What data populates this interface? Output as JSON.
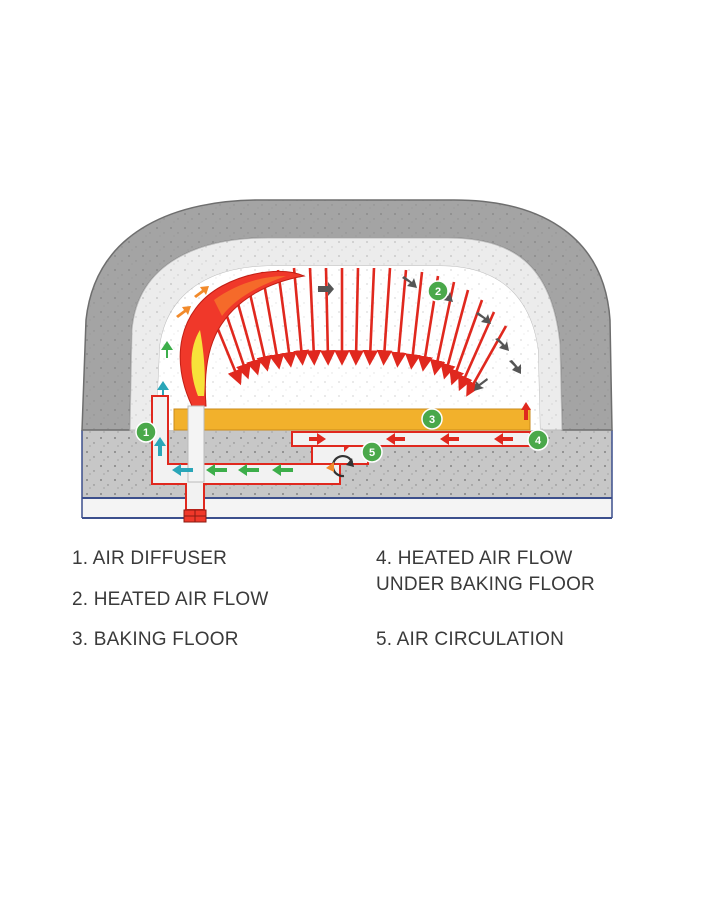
{
  "colors": {
    "outer_shell": "#a4a4a4",
    "insulation": "#e9e9e9",
    "base": "#c7c7c7",
    "heat_arrow": "#e0281e",
    "flame": "#f0382a",
    "flame_core": "#f7e23a",
    "baking_floor": "#f2b12c",
    "badge": "#4aa84a",
    "cool_arrow_green": "#3cae4a",
    "cool_arrow_teal": "#2aa6b8",
    "dark_arrow": "#555555",
    "blue_line": "#3c4f8c"
  },
  "badges": [
    {
      "id": "1",
      "label": "1"
    },
    {
      "id": "2",
      "label": "2"
    },
    {
      "id": "3",
      "label": "3"
    },
    {
      "id": "4",
      "label": "4"
    },
    {
      "id": "5",
      "label": "5"
    }
  ],
  "legend": {
    "item1": "1. AIR DIFFUSER",
    "item2": "2. HEATED AIR FLOW",
    "item3": "3. BAKING FLOOR",
    "item4_line1": "4. HEATED AIR FLOW",
    "item4_line2": "UNDER BAKING FLOOR",
    "item5": "5. AIR CIRCULATION"
  }
}
